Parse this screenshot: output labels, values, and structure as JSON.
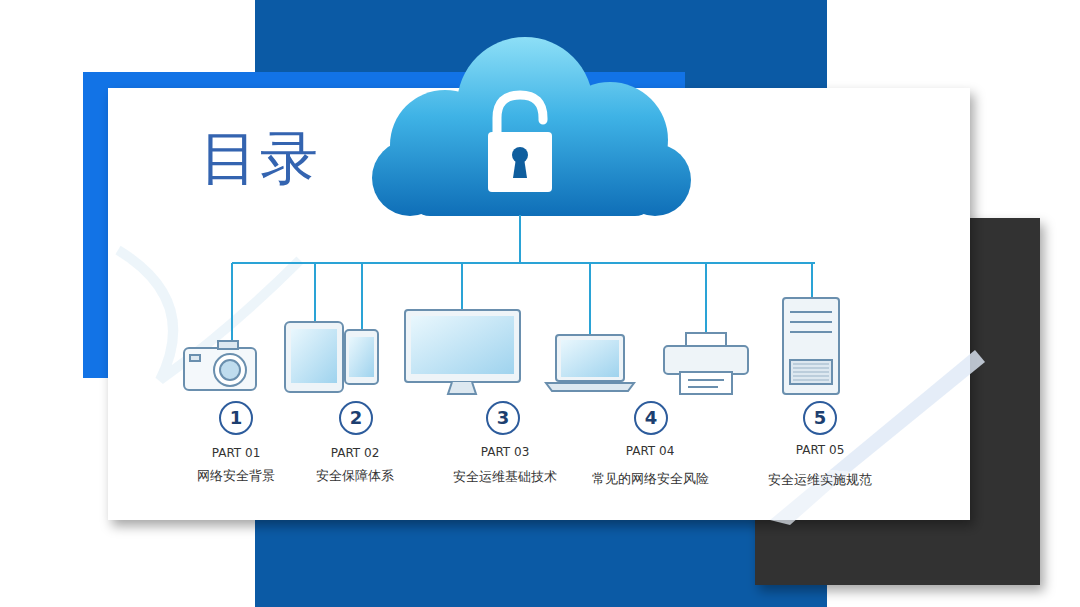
{
  "diagram": {
    "title": "目录",
    "nodes": [
      {
        "text": [
          "1"
        ]
      },
      {
        "text": [
          "2"
        ]
      },
      {
        "text": [
          "3"
        ]
      },
      {
        "text": [
          "4"
        ]
      },
      {
        "text": [
          "5"
        ]
      }
    ],
    "labels": [
      "PART 01",
      "网络安全背景",
      "PART 02",
      "安全保障体系",
      "PART 03",
      "安全运维基础技术",
      "PART 04",
      "常见的网络安全风险",
      "PART 05",
      "安全运维实施规范"
    ]
  }
}
